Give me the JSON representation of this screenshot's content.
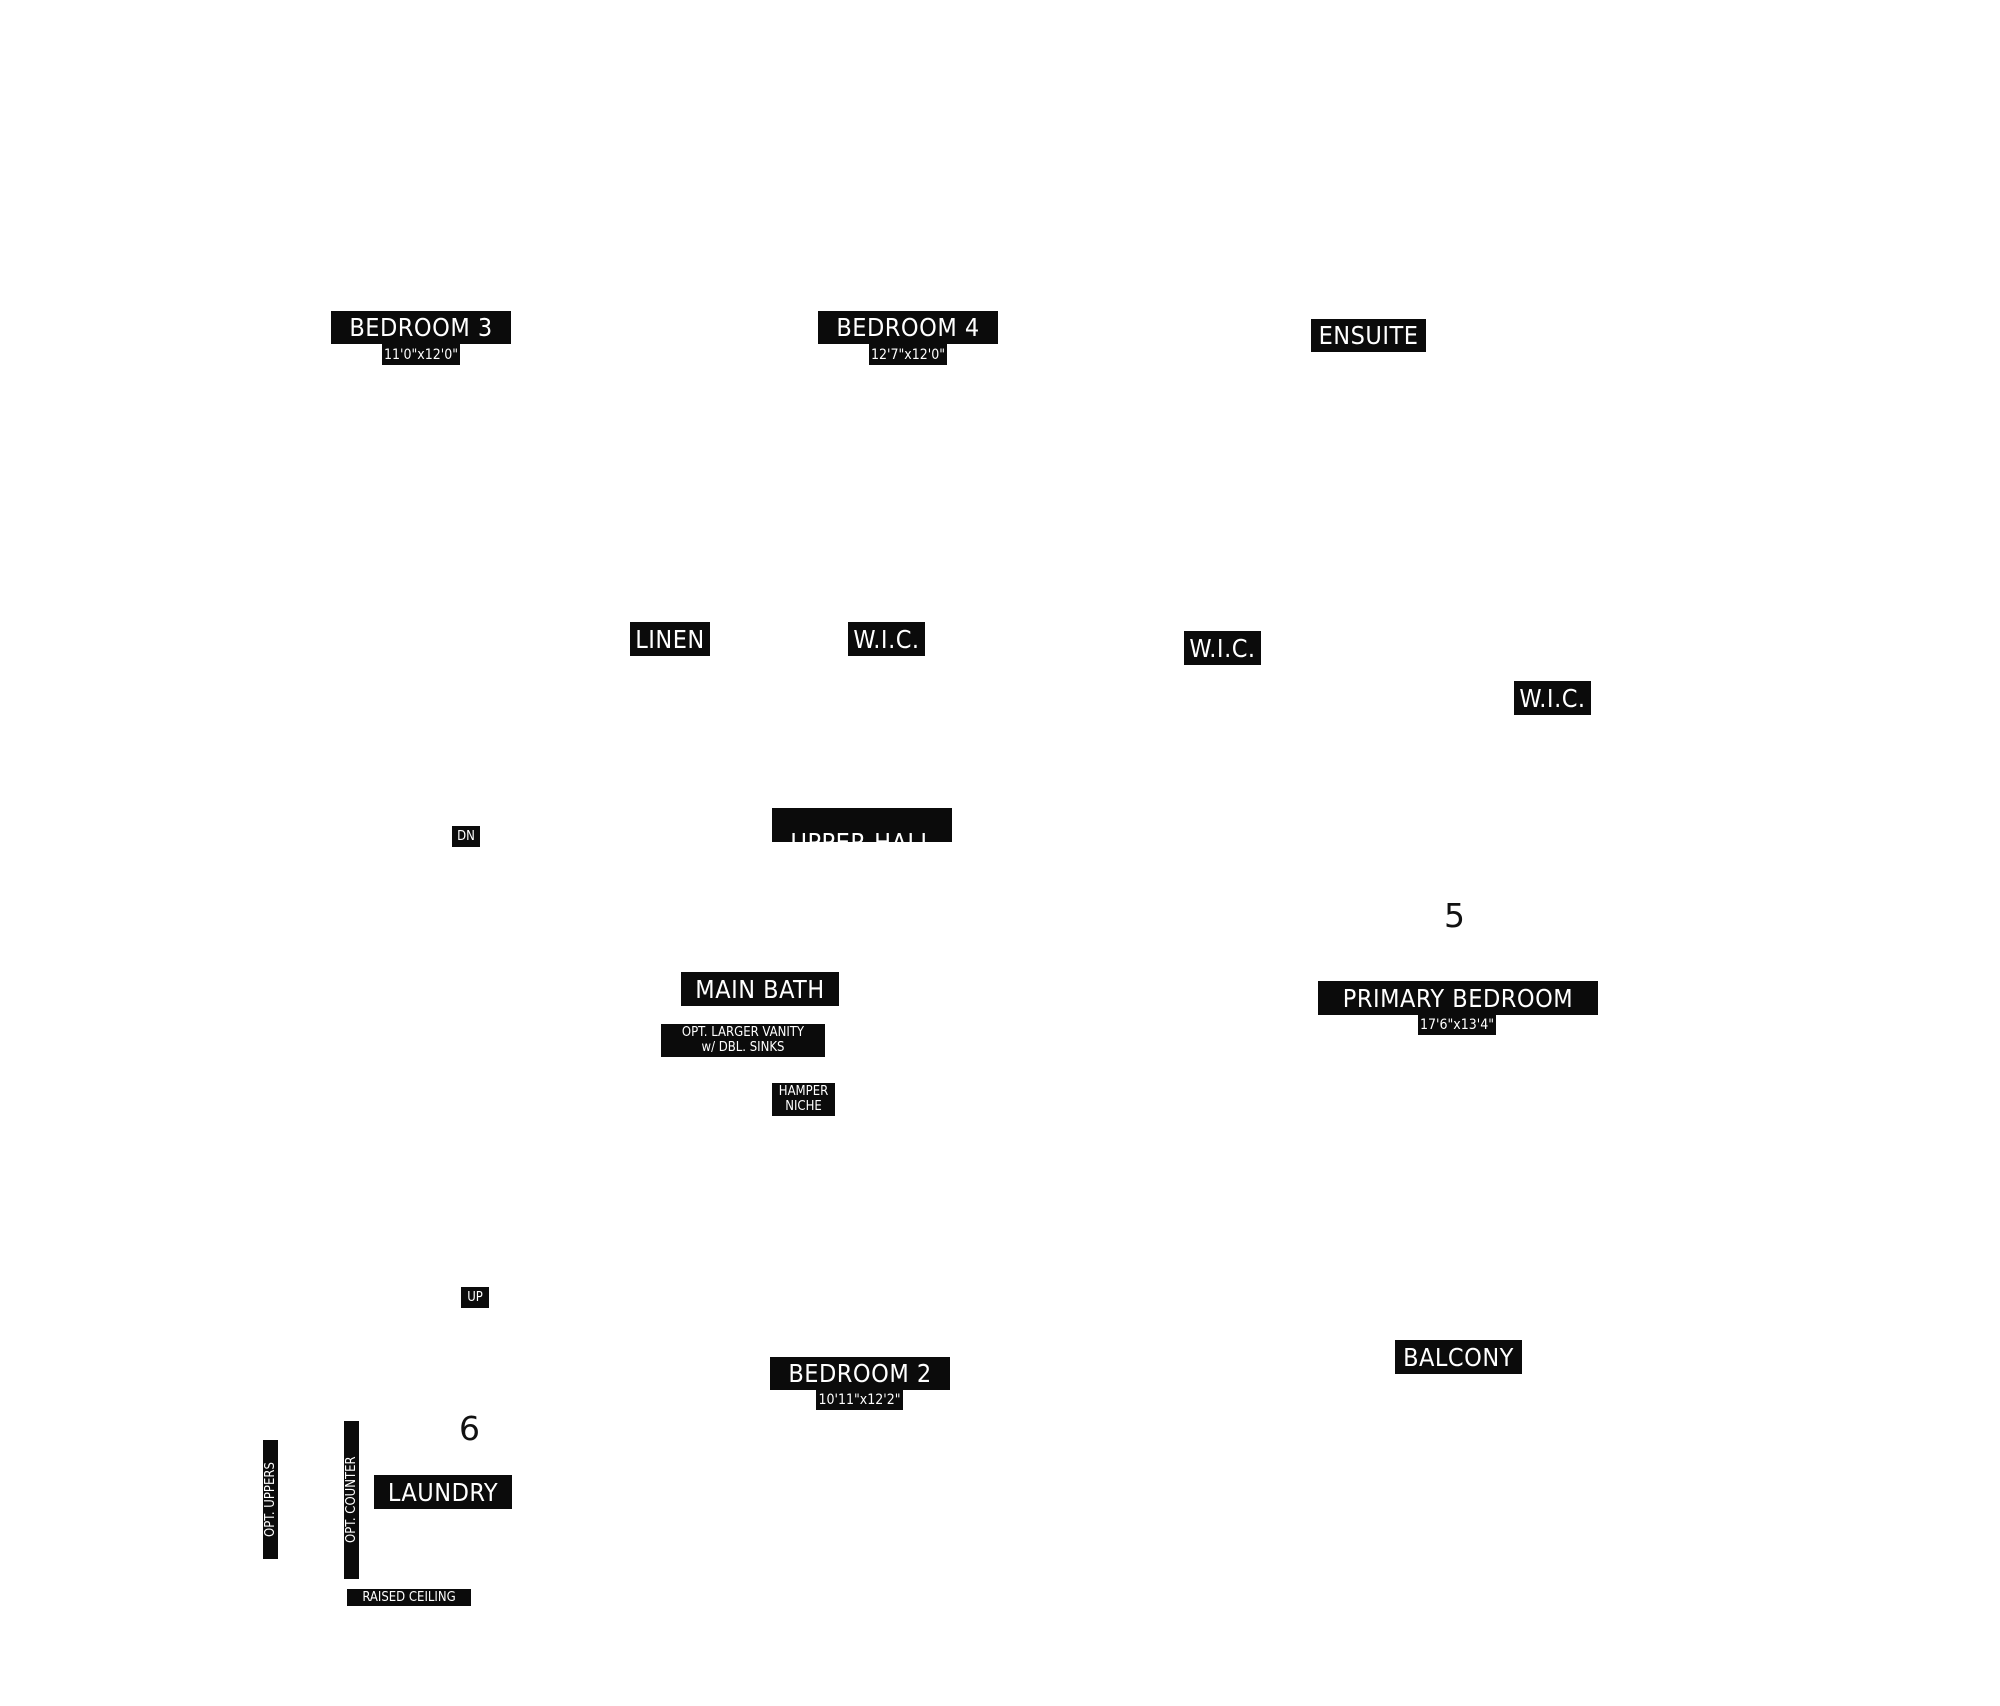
{
  "rooms": {
    "bedroom3": {
      "name": "BEDROOM 3",
      "size": "11'0\"x12'0\""
    },
    "bedroom4": {
      "name": "BEDROOM 4",
      "size": "12'7\"x12'0\""
    },
    "ensuite": {
      "name": "ENSUITE"
    },
    "linen": {
      "name": "LINEN"
    },
    "wic_1": {
      "name": "W.I.C."
    },
    "wic_2": {
      "name": "W.I.C."
    },
    "wic_3": {
      "name": "W.I.C."
    },
    "upper_hall": {
      "name": "UPPER HALL"
    },
    "main_bath": {
      "name": "MAIN BATH"
    },
    "primary_bedroom": {
      "name": "PRIMARY BEDROOM",
      "size": "17'6\"x13'4\""
    },
    "balcony": {
      "name": "BALCONY"
    },
    "bedroom2": {
      "name": "BEDROOM 2",
      "size": "10'11\"x12'2\""
    },
    "laundry": {
      "name": "LAUNDRY"
    }
  },
  "notes": {
    "stair_dn": "DN",
    "stair_up": "UP",
    "vanity_line1": "OPT. LARGER VANITY",
    "vanity_line2": "w/ DBL. SINKS",
    "hamper_line1": "HAMPER",
    "hamper_line2": "NICHE",
    "opt_uppers": "OPT. UPPERS",
    "opt_counter": "OPT. COUNTER",
    "raised_ceiling": "RAISED CEILING"
  },
  "markers": {
    "marker_5": "5",
    "marker_6": "6"
  },
  "colors": {
    "label_background": "#0b0b0b",
    "label_text": "#ffffff",
    "page_background": "#ffffff",
    "marker_text": "#111111"
  }
}
